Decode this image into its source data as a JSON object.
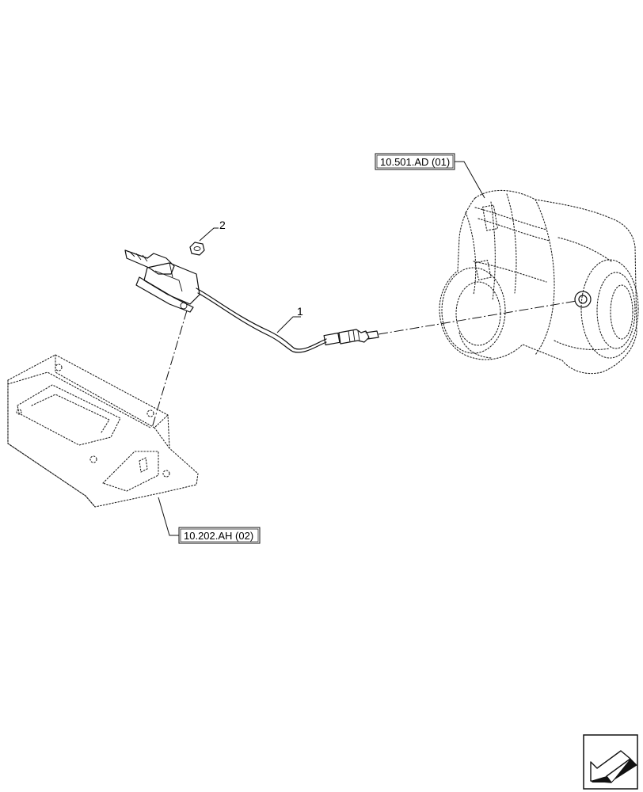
{
  "references": {
    "exhaust_assembly_ref": "10.501.AD (01)",
    "frame_ref": "10.202.AH (02)"
  },
  "callouts": {
    "sensor_item": "1",
    "nut_item": "2"
  },
  "nav_icon": "previous-page-arrow-icon"
}
